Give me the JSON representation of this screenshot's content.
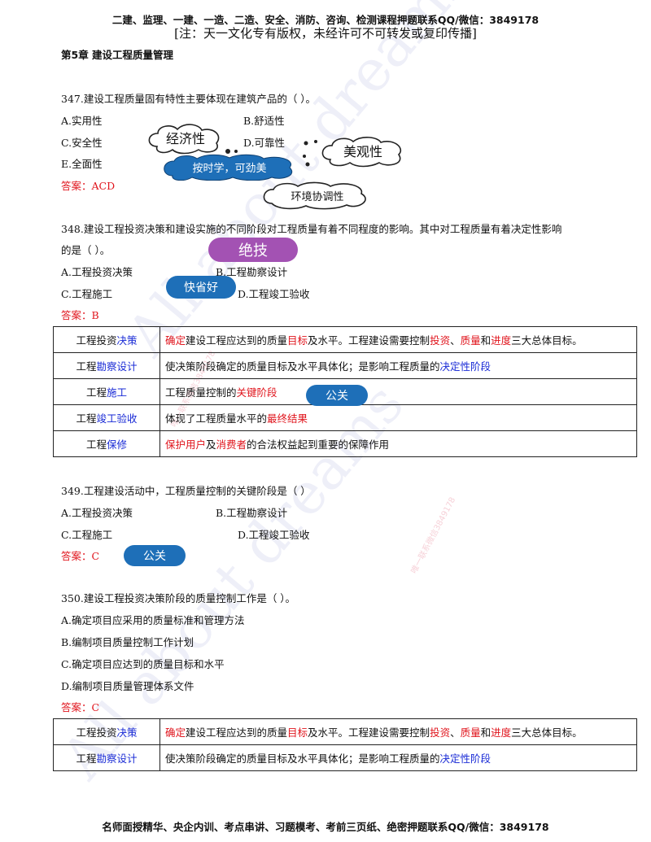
{
  "header": {
    "line1": "二建、监理、一建、一造、二造、安全、消防、咨询、检测课程押题联系QQ/微信：3849178",
    "line2": "[注：天一文化专有版权，未经许可不可转发或复印传播]"
  },
  "chapter": "第5章   建设工程质量管理",
  "q347": {
    "stem": "347.建设工程质量固有特性主要体现在建筑产品的（    ）。",
    "a": "A.实用性",
    "b": "B.舒适性",
    "c": "C.安全性",
    "d": "D.可靠性",
    "e": "E.全面性",
    "answer": "答案：ACD",
    "stickers": {
      "s1": "经济性",
      "s2": "按时学，可劲美",
      "s3": "美观性",
      "s4": "环境协调性"
    }
  },
  "q348": {
    "stem1": "348.建设工程投资决策和建设实施的不同阶段对工程质量有着不同程度的影响。其中对工程质量有着决定性影响",
    "stem2": "的是（ ）。",
    "a": "A.工程投资决策",
    "b": "B.工程勘察设计",
    "c": "C.工程施工",
    "d": "D.工程竣工验收",
    "answer": "答案：B",
    "stickers": {
      "s1": "绝技",
      "s2": "快省好"
    }
  },
  "table1": {
    "rows": [
      {
        "c1a": "工程投资",
        "c1b": "决策",
        "p": [
          [
            "确定",
            "red"
          ],
          [
            "建设工程应达到的质量",
            ""
          ],
          [
            "目标",
            "red"
          ],
          [
            "及水平。工程建设需要控制",
            ""
          ],
          [
            "投资",
            "red"
          ],
          [
            "、",
            ""
          ],
          [
            "质量",
            "red"
          ],
          [
            "和",
            ""
          ],
          [
            "进度",
            "red"
          ],
          [
            "三大总体目标。",
            ""
          ]
        ]
      },
      {
        "c1a": "工程",
        "c1b": "勘察设计",
        "p": [
          [
            "使决策阶段确定的质量目标及水平具体化；是影响工程质量的",
            ""
          ],
          [
            "决定性阶段",
            "blue"
          ]
        ]
      },
      {
        "c1a": "工程",
        "c1b": "施工",
        "p": [
          [
            "工程质量控制的",
            ""
          ],
          [
            "关键阶段",
            "red"
          ]
        ]
      },
      {
        "c1a": "工程",
        "c1b": "竣工验收",
        "p": [
          [
            "体现了工程质量水平的",
            ""
          ],
          [
            "最终结果",
            "red"
          ]
        ]
      },
      {
        "c1a": "工程",
        "c1b": "保修",
        "p": [
          [
            "保护用户",
            "red"
          ],
          [
            "及",
            ""
          ],
          [
            "消费者",
            "red"
          ],
          [
            "的合法权益起到重要的保障作用",
            ""
          ]
        ]
      }
    ],
    "sticker": "公关"
  },
  "q349": {
    "stem": "349.工程建设活动中，工程质量控制的关键阶段是（    ）",
    "a": "A.工程投资决策",
    "b": "B.工程勘察设计",
    "c": "C.工程施工",
    "d": "D.工程竣工验收",
    "answer": "答案：C",
    "sticker": "公关"
  },
  "q350": {
    "stem": "350.建设工程投资决策阶段的质量控制工作是（  ）。",
    "a": "A.确定项目应采用的质量标准和管理方法",
    "b": "B.编制项目质量控制工作计划",
    "c": "C.确定项目应达到的质量目标和水平",
    "d": "D.编制项目质量管理体系文件",
    "answer": "答案：C"
  },
  "table2": {
    "rows": [
      {
        "c1a": "工程投资",
        "c1b": "决策",
        "p": [
          [
            "确定",
            "red"
          ],
          [
            "建设工程应达到的质量",
            ""
          ],
          [
            "目标",
            "red"
          ],
          [
            "及水平。工程建设需要控制",
            ""
          ],
          [
            "投资",
            "red"
          ],
          [
            "、",
            ""
          ],
          [
            "质量",
            "red"
          ],
          [
            "和",
            ""
          ],
          [
            "进度",
            "red"
          ],
          [
            "三大总体目标。",
            ""
          ]
        ]
      },
      {
        "c1a": "工程",
        "c1b": "勘察设计",
        "p": [
          [
            "使决策阶段确定的质量目标及水平具体化；是影响工程质量的",
            ""
          ],
          [
            "决定性阶段",
            "blue"
          ]
        ]
      }
    ]
  },
  "footer": "名师面授精华、央企内训、考点串讲、习题模考、考前三页纸、绝密押题联系QQ/微信：3849178",
  "watermark": {
    "w1": "All about dreams",
    "w2": "All about dreams",
    "w3": "唯一联系微信3849178",
    "w4": "唯一联系微信3849178"
  },
  "colors": {
    "red": "#e0141c",
    "blue": "#1a2bd6",
    "sticker_blue": "#1e6fb8",
    "sticker_purple": "#a352b3"
  }
}
